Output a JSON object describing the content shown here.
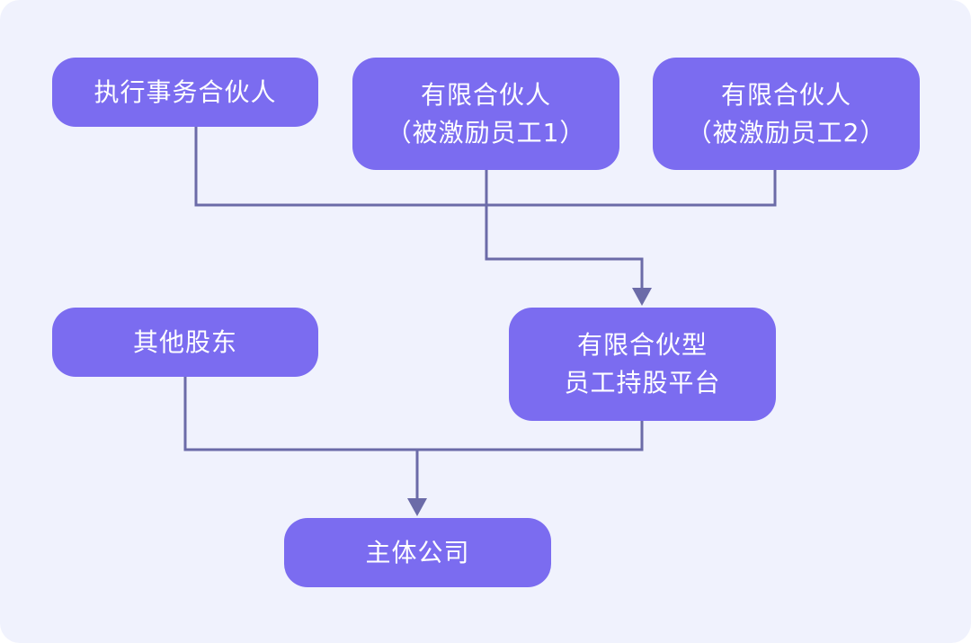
{
  "nodes": {
    "executive_partner": {
      "lines": [
        "执行事务合伙人"
      ]
    },
    "limited_partner_1": {
      "lines": [
        "有限合伙人",
        "（被激励员工1）"
      ]
    },
    "limited_partner_2": {
      "lines": [
        "有限合伙人",
        "（被激励员工2）"
      ]
    },
    "other_shareholders": {
      "lines": [
        "其他股东"
      ]
    },
    "shareholding_platform": {
      "lines": [
        "有限合伙型",
        "员工持股平台"
      ]
    },
    "main_company": {
      "lines": [
        "主体公司"
      ]
    }
  },
  "edges": [
    {
      "from": [
        "executive_partner",
        "limited_partner_1",
        "limited_partner_2"
      ],
      "to": "shareholding_platform"
    },
    {
      "from": [
        "other_shareholders",
        "shareholding_platform"
      ],
      "to": "main_company"
    }
  ],
  "colors": {
    "background": "#f0f2fd",
    "node_fill": "#7b6cf0",
    "node_text": "#ffffff",
    "connector": "#6b6ba8"
  }
}
